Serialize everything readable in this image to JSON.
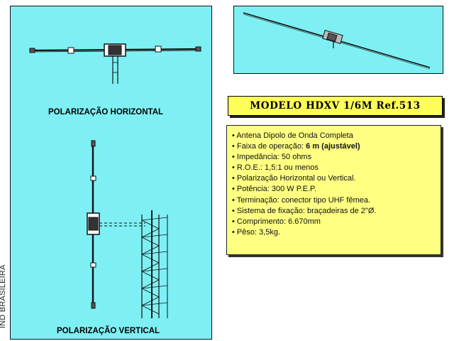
{
  "captions": {
    "horizontal": "POLARIZAÇÃO HORIZONTAL",
    "vertical": "POLARIZAÇÃO VERTICAL"
  },
  "side_label": "IND BRASILEIRA",
  "title": "MODELO HDXV 1/6M Ref.513",
  "specs": [
    {
      "text": "Antena Dipolo de Onda Completa"
    },
    {
      "prefix": "Faixa de operação: ",
      "bold": "6 m (ajustável)"
    },
    {
      "text": "Impedância: 50 ohms"
    },
    {
      "text": "R.O.E.: 1,5:1 ou menos"
    },
    {
      "text": "Polarização Horizontal ou Vertical."
    },
    {
      "text": "Potência: 300 W P.E.P."
    },
    {
      "text": "Terminação: conector tipo UHF fêmea."
    },
    {
      "text": "Sistema de fixação: braçadeiras de 2\"Ø."
    },
    {
      "text": "Comprimento: 6.670mm"
    },
    {
      "text": "Pêso: 3,5kg."
    }
  ],
  "colors": {
    "panel": "#7ef0f4",
    "title_bg": "#ffff5a",
    "spec_bg": "#ffff82"
  }
}
